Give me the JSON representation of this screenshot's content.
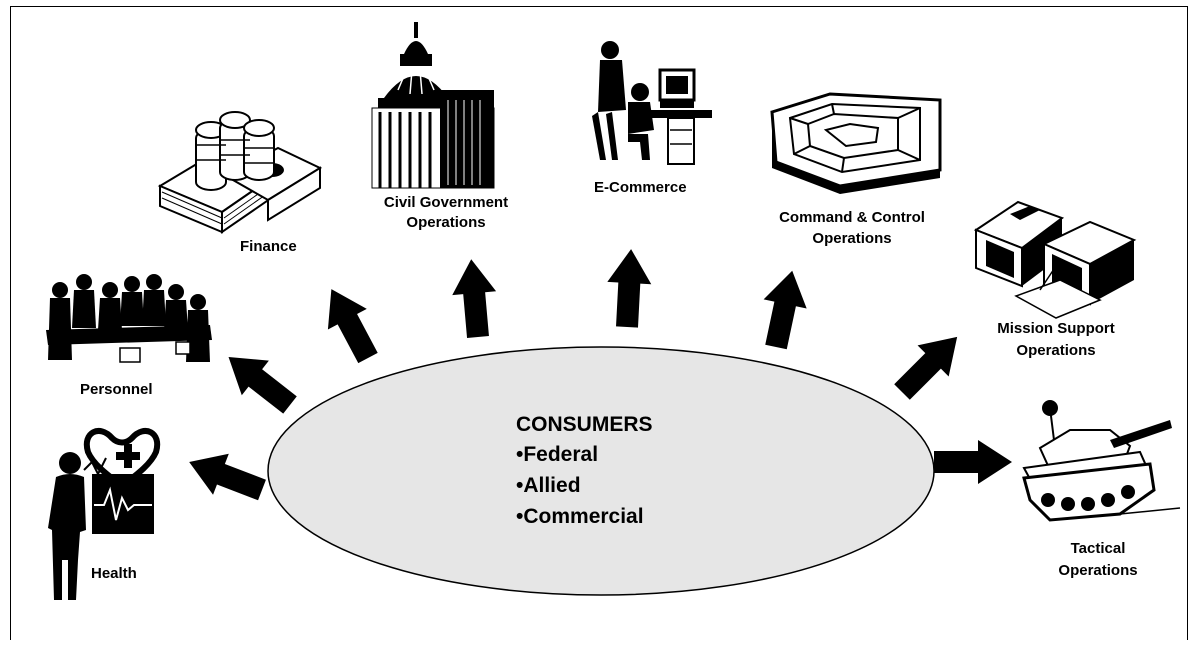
{
  "center": {
    "title": "CONSUMERS",
    "items": [
      "•Federal",
      "•Allied",
      "•Commercial"
    ],
    "fill": "#e6e6e6"
  },
  "nodes": {
    "health": {
      "lines": [
        "Health"
      ],
      "icon": "health-heart-icon"
    },
    "personnel": {
      "lines": [
        "Personnel"
      ],
      "icon": "meeting-people-icon"
    },
    "finance": {
      "lines": [
        "Finance"
      ],
      "icon": "money-stack-icon"
    },
    "civil": {
      "lines": [
        "Civil Government",
        "Operations"
      ],
      "icon": "capitol-building-icon"
    },
    "ecommerce": {
      "lines": [
        "E-Commerce"
      ],
      "icon": "computer-user-icon"
    },
    "command": {
      "lines": [
        "Command & Control",
        "Operations"
      ],
      "icon": "pentagon-building-icon"
    },
    "mission": {
      "lines": [
        "Mission Support",
        "Operations"
      ],
      "icon": "computer-terminals-icon"
    },
    "tactical": {
      "lines": [
        "Tactical",
        "Operations"
      ],
      "icon": "tank-icon"
    }
  },
  "colors": {
    "arrow": "#000000",
    "ellipse_stroke": "#000000"
  }
}
